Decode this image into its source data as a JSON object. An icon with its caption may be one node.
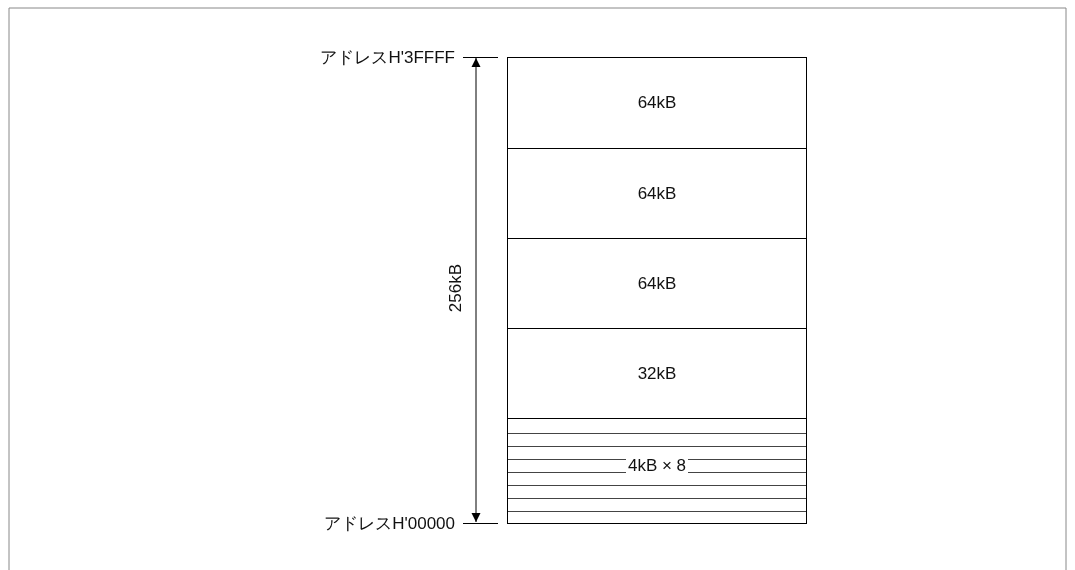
{
  "diagram": {
    "nodes": [
      {
        "text": [
          "64kB"
        ]
      },
      {
        "text": [
          "64kB"
        ]
      },
      {
        "text": [
          "64kB"
        ]
      },
      {
        "text": [
          "32kB"
        ]
      },
      {
        "text": [
          "4kB × 8"
        ]
      }
    ],
    "labels": [
      "アドレスH'3FFFF",
      "256kB",
      "アドレスH'00000"
    ]
  }
}
